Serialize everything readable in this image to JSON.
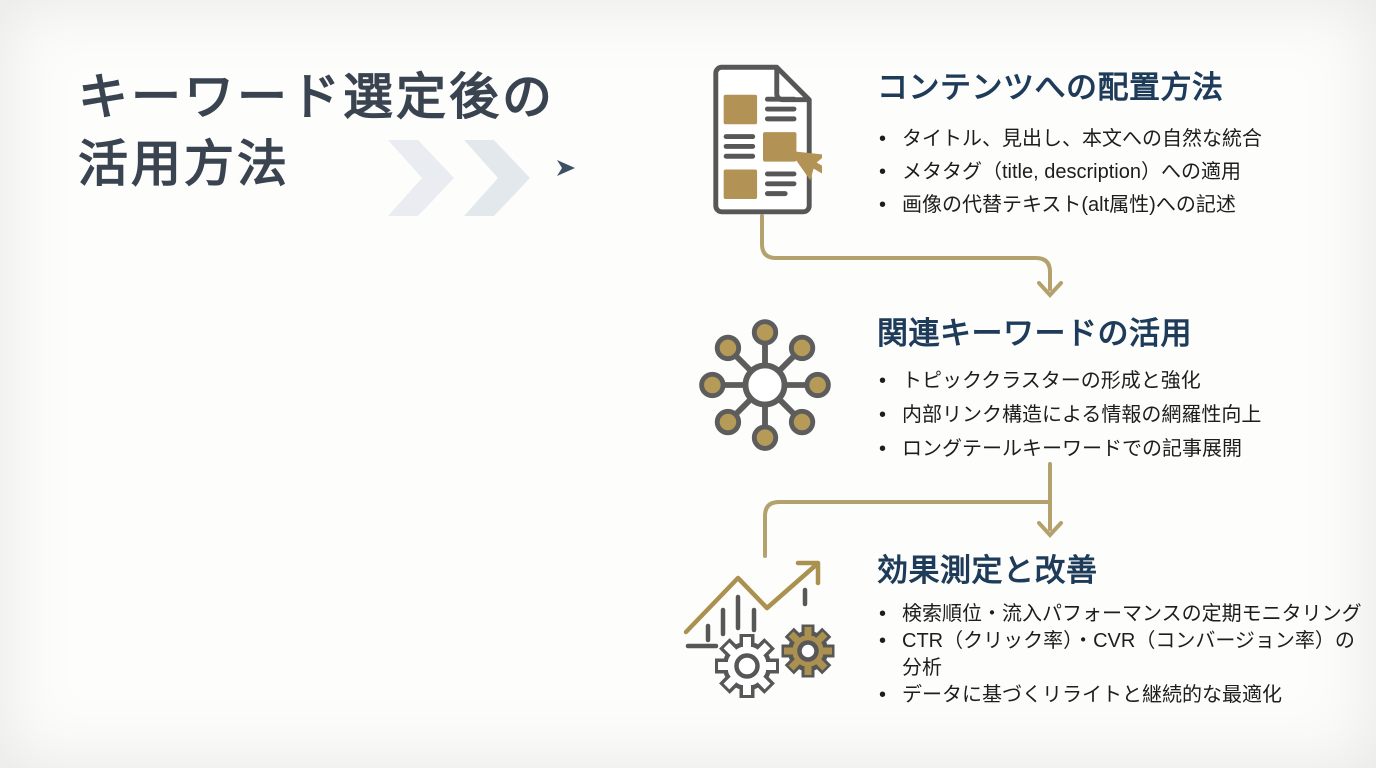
{
  "title": {
    "line1": "キーワード選定後の",
    "line2": "活用方法"
  },
  "decor": {
    "arrow_icon": "double-chevron-forward-arrow"
  },
  "sections": [
    {
      "heading": "コンテンツへの配置方法",
      "icon": "document-click-icon",
      "bullets": [
        "タイトル、見出し、本文への自然な統合",
        "メタタグ（title, description）への適用",
        "画像の代替テキスト(alt属性)への記述"
      ]
    },
    {
      "heading": "関連キーワードの活用",
      "icon": "hub-network-icon",
      "bullets": [
        "トピッククラスターの形成と強化",
        "内部リンク構造による情報の網羅性向上",
        "ロングテールキーワードでの記事展開"
      ]
    },
    {
      "heading": "効果測定と改善",
      "icon": "gears-growth-icon",
      "bullets": [
        "検索順位・流入パフォーマンスの定期モニタリング",
        "CTR（クリック率）・CVR（コンバージョン率）の分析",
        "データに基づくリライトと継続的な最適化"
      ]
    }
  ],
  "connectors": [
    {
      "name": "connector-section1-to-section2"
    },
    {
      "name": "connector-section2-to-section3"
    }
  ],
  "colors": {
    "background": "#fdfdfc",
    "title_text": "#3a4450",
    "heading_text": "#1e3c5a",
    "body_text": "#1d1d1d",
    "accent_gold": "#b29355",
    "connector_gold": "#b3a26e",
    "icon_gray": "#575757",
    "decor_arrow_gray": "#e8ebee",
    "decor_line_dark": "#3e5063"
  }
}
